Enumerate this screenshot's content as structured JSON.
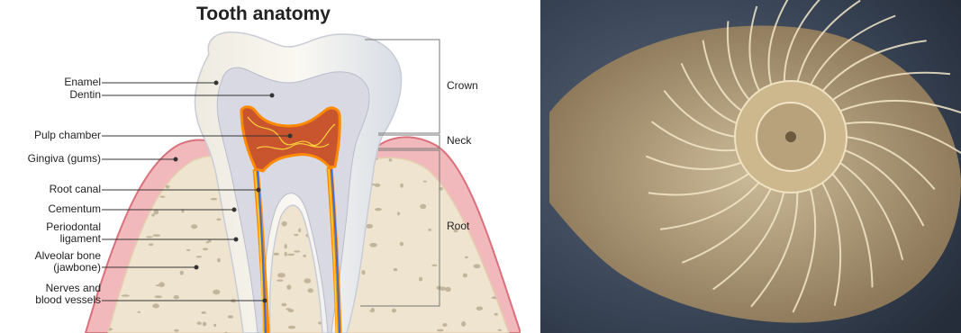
{
  "tooth": {
    "title": "Tooth anatomy",
    "labels": {
      "enamel": "Enamel",
      "dentin": "Dentin",
      "pulp_chamber": "Pulp chamber",
      "gingiva": "Gingiva (gums)",
      "root_canal": "Root canal",
      "cementum": "Cementum",
      "periodontal_1": "Periodontal",
      "periodontal_2": "ligament",
      "alveolar_1": "Alveolar bone",
      "alveolar_2": "(jawbone)",
      "nerves_1": "Nerves and",
      "nerves_2": "blood vessels",
      "crown": "Crown",
      "neck": "Neck",
      "root": "Root"
    }
  },
  "colors": {
    "gum": "#f2b9bd",
    "gum_edge": "#d9707b",
    "bone": "#efe4cf",
    "bone_pore": "#b3a68c",
    "enamel": "#f6f3ea",
    "dentin": "#d8d9e3",
    "pulp": "#c8552e",
    "pulp_outline": "#ff8a00",
    "nerve_blue": "#3d6fd6",
    "nerve_yellow": "#ffd23a",
    "shell_bg": "#3a4658",
    "shell_chamber": "#c2a676"
  }
}
